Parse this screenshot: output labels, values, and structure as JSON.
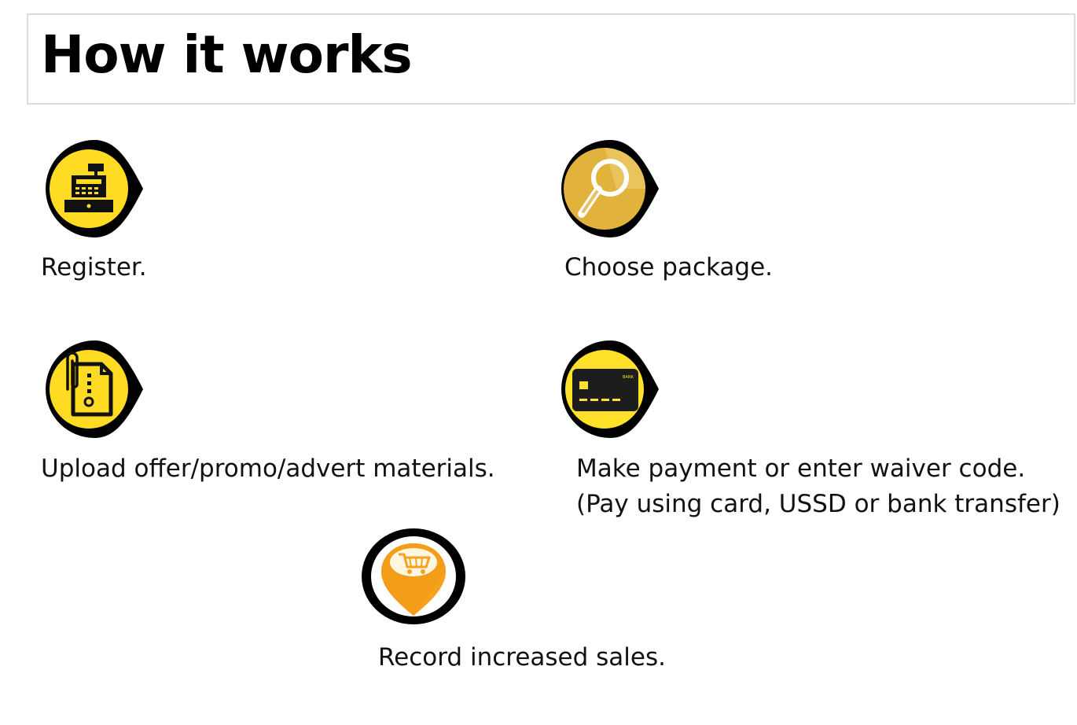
{
  "header": {
    "title": "How it works"
  },
  "steps": [
    {
      "text": "Register.",
      "icon": "cash-register-icon"
    },
    {
      "text": "Choose package.",
      "icon": "magnifier-icon"
    },
    {
      "text": "Upload offer/promo/advert materials.",
      "icon": "document-attachment-icon"
    },
    {
      "text": "Make payment or enter waiver code.",
      "subtext": "(Pay using card, USSD or bank transfer)",
      "icon": "bank-card-icon",
      "card_label": "BANK"
    },
    {
      "text": "Record increased sales.",
      "icon": "shopping-cart-pin-icon"
    }
  ],
  "colors": {
    "yellow": "#ffdc23",
    "gold": "#e1b33c",
    "orange": "#f6a21e",
    "black": "#000000"
  }
}
